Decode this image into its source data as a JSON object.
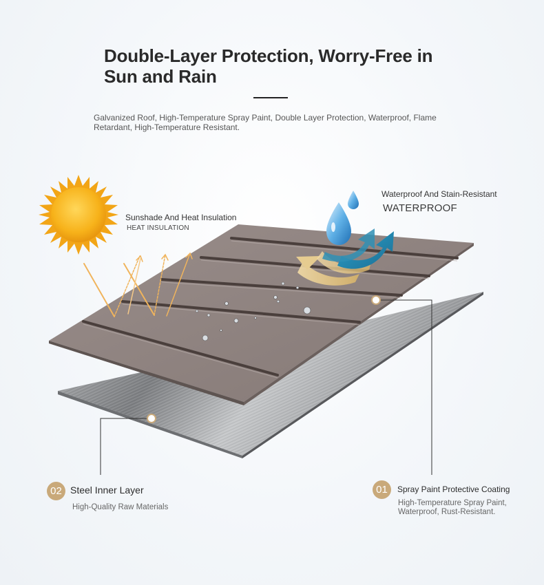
{
  "header": {
    "title": "Double-Layer Protection, Worry-Free in Sun and Rain",
    "subtitle": "Galvanized Roof, High-Temperature Spray Paint, Double Layer Protection, Waterproof, Flame Retardant, High-Temperature Resistant."
  },
  "callouts": {
    "heat": {
      "title": "Sunshade And Heat Insulation",
      "tag": "HEAT INSULATION",
      "icon": "sun-icon"
    },
    "water": {
      "title": "Waterproof And Stain-Resistant",
      "tag": "WATERPROOF",
      "icon": "water-drop-icon"
    }
  },
  "layers": [
    {
      "number": "01",
      "name": "Spray Paint Protective Coating",
      "description": "High-Temperature Spray Paint, Waterproof, Rust-Resistant."
    },
    {
      "number": "02",
      "name": "Steel Inner Layer",
      "description": "High-Quality Raw Materials"
    }
  ],
  "colors": {
    "accent": "#c9a97a",
    "coating": "#8c807d",
    "steel": "#9ea0a2",
    "sun": "#f7b21a",
    "water": "#4a9fd8",
    "arrow_teal": "#2e8fb0",
    "arrow_gold": "#e0c27e"
  }
}
